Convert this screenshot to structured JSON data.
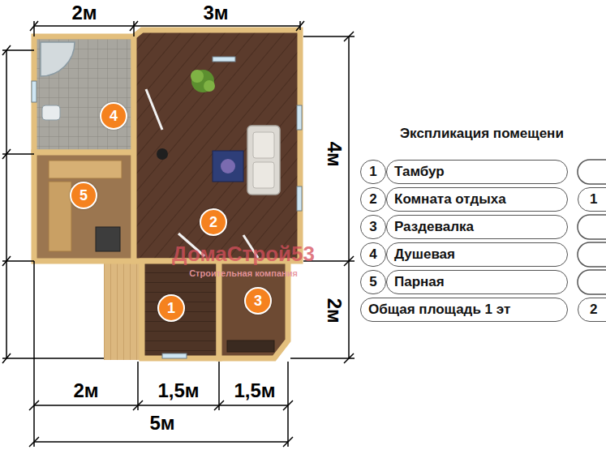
{
  "diagram": {
    "nodes": [
      {
        "text": [
          "4"
        ]
      },
      {
        "text": [
          "5"
        ]
      },
      {
        "text": [
          "2"
        ]
      },
      {
        "text": [
          "1"
        ]
      },
      {
        "text": [
          "3"
        ]
      },
      {
        "text": [
          "1"
        ]
      },
      {
        "text": [
          "Тамбур"
        ]
      },
      {
        "text": [
          "2"
        ]
      },
      {
        "text": [
          "Комната отдыха"
        ]
      },
      {
        "text": [
          "1"
        ]
      },
      {
        "text": [
          "3"
        ]
      },
      {
        "text": [
          "Раздевалка"
        ]
      },
      {
        "text": [
          "4"
        ]
      },
      {
        "text": [
          "Душевая"
        ]
      },
      {
        "text": [
          "5"
        ]
      },
      {
        "text": [
          "Парная"
        ]
      },
      {
        "text": [
          "Общая площадь 1 эт"
        ]
      },
      {
        "text": [
          "2"
        ]
      }
    ],
    "labels": [
      "Экспликация помещени",
      "2м",
      "3м",
      "4м",
      "2м",
      "2м",
      "1,5м",
      "1,5м",
      "5м",
      "ДомаСтрой53",
      "Строительная компания"
    ]
  }
}
